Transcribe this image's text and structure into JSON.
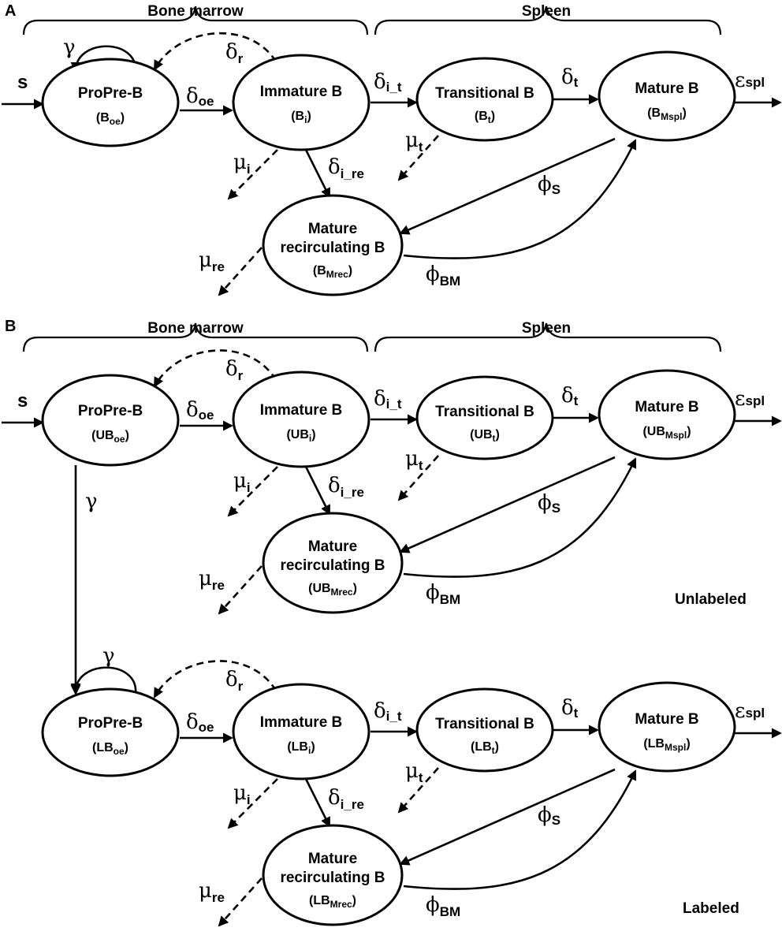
{
  "panels": {
    "a": {
      "letter": "A",
      "region_left": "Bone marrow",
      "region_right": "Spleen",
      "nodes": {
        "propre": {
          "name": "ProPre-B",
          "base": "(B",
          "sub": "oe",
          "close": ")"
        },
        "immature": {
          "name": "Immature B",
          "base": "(B",
          "sub": "i",
          "close": ")"
        },
        "trans": {
          "name": "Transitional B",
          "base": "(B",
          "sub": "t",
          "close": ")"
        },
        "mature": {
          "name": "Mature  B",
          "base": "(B",
          "sub": "Mspl",
          "close": ")"
        },
        "recirc": {
          "line1": "Mature",
          "line2": "recirculating B",
          "base": "(B",
          "sub": "Mrec",
          "close": ")"
        }
      },
      "rates": {
        "s": "s",
        "gamma": "γ",
        "delta_oe": {
          "sym": "δ",
          "sub": "oe"
        },
        "delta_r": {
          "sym": "δ",
          "sub": "r"
        },
        "delta_it": {
          "sym": "δ",
          "sub": "i_t"
        },
        "delta_t": {
          "sym": "δ",
          "sub": "t"
        },
        "eps": {
          "sym": "ε",
          "sub": "spl"
        },
        "mu_i": {
          "sym": "μ",
          "sub": "i"
        },
        "mu_t": {
          "sym": "μ",
          "sub": "t"
        },
        "delta_ire": {
          "sym": "δ",
          "sub": "i_re"
        },
        "phi_s": {
          "sym": "ϕ",
          "sub": "S"
        },
        "mu_re": {
          "sym": "μ",
          "sub": "re"
        },
        "phi_bm": {
          "sym": "ϕ",
          "sub": "BM"
        }
      }
    },
    "b": {
      "letter": "B",
      "region_left": "Bone marrow",
      "region_right": "Spleen",
      "unlabeled": "Unlabeled",
      "labeled": "Labeled",
      "gamma_transfer": "γ",
      "u": {
        "nodes": {
          "propre": {
            "name": "ProPre-B",
            "base": "(UB",
            "sub": "oe",
            "close": ")"
          },
          "immature": {
            "name": "Immature B",
            "base": "(UB",
            "sub": "i",
            "close": ")"
          },
          "trans": {
            "name": "Transitional B",
            "base": "(UB",
            "sub": "t",
            "close": ")"
          },
          "mature": {
            "name": "Mature  B",
            "base": "(UB",
            "sub": "Mspl",
            "close": ")"
          },
          "recirc": {
            "line1": "Mature",
            "line2": "recirculating B",
            "base": "(UB",
            "sub": "Mrec",
            "close": ")"
          }
        },
        "rates": {
          "s": "s",
          "delta_oe": {
            "sym": "δ",
            "sub": "oe"
          },
          "delta_r": {
            "sym": "δ",
            "sub": "r"
          },
          "delta_it": {
            "sym": "δ",
            "sub": "i_t"
          },
          "delta_t": {
            "sym": "δ",
            "sub": "t"
          },
          "eps": {
            "sym": "ε",
            "sub": "spl"
          },
          "mu_i": {
            "sym": "μ",
            "sub": "i"
          },
          "mu_t": {
            "sym": "μ",
            "sub": "t"
          },
          "delta_ire": {
            "sym": "δ",
            "sub": "i_re"
          },
          "phi_s": {
            "sym": "ϕ",
            "sub": "S"
          },
          "mu_re": {
            "sym": "μ",
            "sub": "re"
          },
          "phi_bm": {
            "sym": "ϕ",
            "sub": "BM"
          }
        }
      },
      "l": {
        "nodes": {
          "propre": {
            "name": "ProPre-B",
            "base": "(LB",
            "sub": "oe",
            "close": ")"
          },
          "immature": {
            "name": "Immature B",
            "base": "(LB",
            "sub": "i",
            "close": ")"
          },
          "trans": {
            "name": "Transitional B",
            "base": "(LB",
            "sub": "t",
            "close": ")"
          },
          "mature": {
            "name": "Mature  B",
            "base": "(LB",
            "sub": "Mspl",
            "close": ")"
          },
          "recirc": {
            "line1": "Mature",
            "line2": "recirculating B",
            "base": "(LB",
            "sub": "Mrec",
            "close": ")"
          }
        },
        "rates": {
          "gamma": "γ",
          "delta_oe": {
            "sym": "δ",
            "sub": "oe"
          },
          "delta_r": {
            "sym": "δ",
            "sub": "r"
          },
          "delta_it": {
            "sym": "δ",
            "sub": "i_t"
          },
          "delta_t": {
            "sym": "δ",
            "sub": "t"
          },
          "eps": {
            "sym": "ε",
            "sub": "spl"
          },
          "mu_i": {
            "sym": "μ",
            "sub": "i"
          },
          "mu_t": {
            "sym": "μ",
            "sub": "t"
          },
          "delta_ire": {
            "sym": "δ",
            "sub": "i_re"
          },
          "phi_s": {
            "sym": "ϕ",
            "sub": "S"
          },
          "mu_re": {
            "sym": "μ",
            "sub": "re"
          },
          "phi_bm": {
            "sym": "ϕ",
            "sub": "BM"
          }
        }
      }
    }
  }
}
